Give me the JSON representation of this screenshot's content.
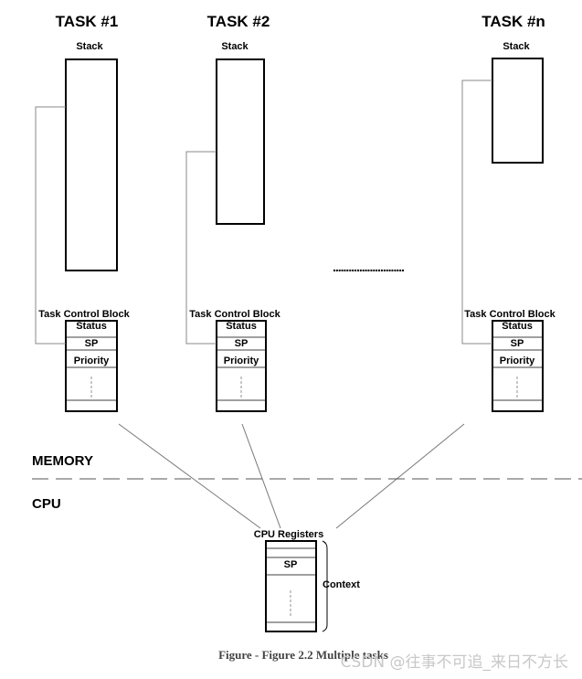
{
  "tasks": [
    {
      "title": "TASK #1",
      "stack_label": "Stack",
      "tcb_label": "Task Control Block",
      "fields": [
        "Status",
        "SP",
        "Priority"
      ]
    },
    {
      "title": "TASK #2",
      "stack_label": "Stack",
      "tcb_label": "Task Control Block",
      "fields": [
        "Status",
        "SP",
        "Priority"
      ]
    },
    {
      "title": "TASK #n",
      "stack_label": "Stack",
      "tcb_label": "Task Control Block",
      "fields": [
        "Status",
        "SP",
        "Priority"
      ]
    }
  ],
  "ellipsis": "...........................",
  "memory_label": "MEMORY",
  "cpu_label": "CPU",
  "cpu_registers": {
    "title": "CPU Registers",
    "sp_label": "SP",
    "context_label": "Context"
  },
  "caption": "Figure - Figure 2.2 Multiple tasks",
  "watermark": "CSDN @往事不可追_来日不方长"
}
